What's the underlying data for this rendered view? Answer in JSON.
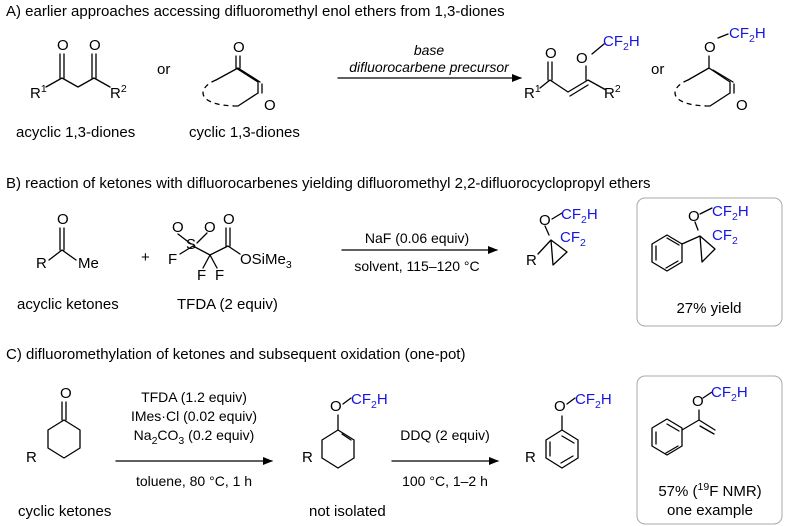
{
  "sections": {
    "a": {
      "heading": "A) earlier approaches accessing difluoromethyl enol ethers from 1,3-diones",
      "label_acyclic": "acyclic 1,3-diones",
      "label_cyclic": "cyclic 1,3-diones",
      "or": "or",
      "arrow_top": "base",
      "arrow_bottom": "difluorocarbene precursor"
    },
    "b": {
      "heading": "B) reaction of ketones with difluorocarbenes yielding difluoromethyl 2,2-difluorocyclopropyl ethers",
      "label_ketones": "acyclic ketones",
      "label_tfda": "TFDA (2 equiv)",
      "plus": "+",
      "arrow_top": "NaF (0.06 equiv)",
      "arrow_bottom": "solvent, 115–120 °C",
      "yield": "27% yield"
    },
    "c": {
      "heading": "C) difluoromethylation of ketones and subsequent oxidation (one-pot)",
      "label_ketones": "cyclic ketones",
      "label_not_isolated": "not isolated",
      "arrow1_line1": "TFDA (1.2 equiv)",
      "arrow1_line2": "IMes·Cl (0.02 equiv)",
      "arrow1_line3": "Na",
      "arrow1_line3_sub": "2",
      "arrow1_line3_rest": "CO",
      "arrow1_line3_sub2": "3",
      "arrow1_line3_end": " (0.2 equiv)",
      "arrow1_bottom": "toluene, 80 °C, 1 h",
      "arrow2_top": "DDQ (2 equiv)",
      "arrow2_bottom": "100 °C, 1–2 h",
      "yield_pre": "57% (",
      "yield_sup": "19",
      "yield_post": "F NMR)",
      "yield_line2": "one example"
    }
  },
  "atoms": {
    "O": "O",
    "R": "R",
    "R1": "R",
    "sup1": "1",
    "sup2": "2",
    "R2": "R",
    "CF2H_main": "CF",
    "CF2H_sub": "2",
    "CF2H_end": "H",
    "CF2_main": "CF",
    "CF2_sub": "2",
    "Me": "Me",
    "F": "F",
    "S": "S",
    "OSiMe3_main": "OSiMe",
    "OSiMe3_sub": "3"
  },
  "colors": {
    "highlight": "#1515e0",
    "box_border": "#a8a8a8"
  }
}
